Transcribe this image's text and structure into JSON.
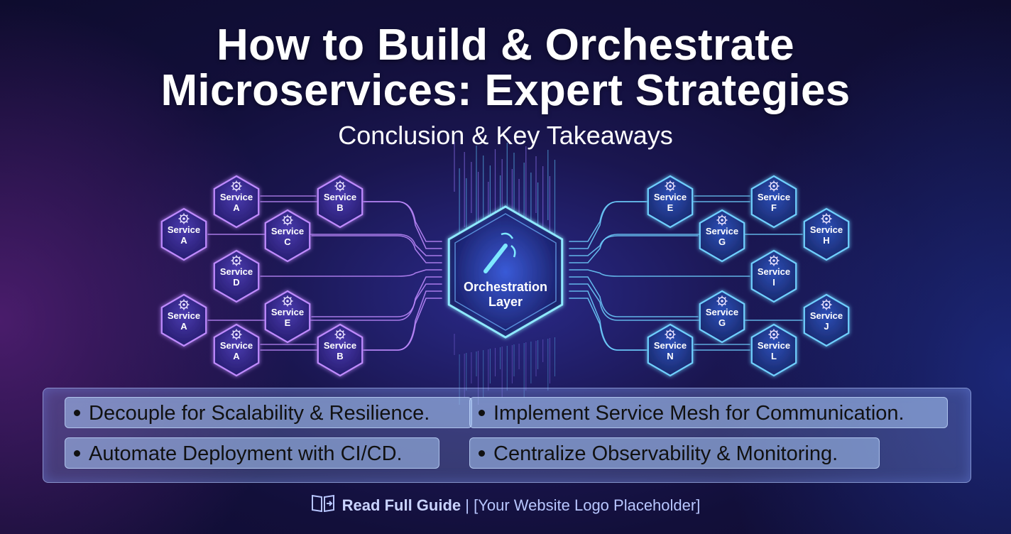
{
  "header": {
    "title_line1": "How to Build & Orchestrate",
    "title_line2": "Microservices: Expert Strategies",
    "subtitle": "Conclusion & Key Takeaways"
  },
  "diagram": {
    "hub": {
      "line1": "Orchestration",
      "line2": "Layer",
      "icon": "magic-wand-icon"
    },
    "left_nodes": [
      {
        "name": "service-a-top",
        "line1": "Service",
        "line2": "A"
      },
      {
        "name": "service-b-top",
        "line1": "Service",
        "line2": "B"
      },
      {
        "name": "service-a-mid",
        "line1": "Service",
        "line2": "A"
      },
      {
        "name": "service-c",
        "line1": "Service",
        "line2": "C"
      },
      {
        "name": "service-d",
        "line1": "Service",
        "line2": "D"
      },
      {
        "name": "service-a-low",
        "line1": "Service",
        "line2": "A"
      },
      {
        "name": "service-e-left",
        "line1": "Service",
        "line2": "E"
      },
      {
        "name": "service-a-bottom",
        "line1": "Service",
        "line2": "A"
      },
      {
        "name": "service-b-bottom",
        "line1": "Service",
        "line2": "B"
      }
    ],
    "right_nodes": [
      {
        "name": "service-e-right",
        "line1": "Service",
        "line2": "E"
      },
      {
        "name": "service-f",
        "line1": "Service",
        "line2": "F"
      },
      {
        "name": "service-g-top",
        "line1": "Service",
        "line2": "G"
      },
      {
        "name": "service-h",
        "line1": "Service",
        "line2": "H"
      },
      {
        "name": "service-i",
        "line1": "Service",
        "line2": "I"
      },
      {
        "name": "service-g-low",
        "line1": "Service",
        "line2": "G"
      },
      {
        "name": "service-j",
        "line1": "Service",
        "line2": "J"
      },
      {
        "name": "service-n",
        "line1": "Service",
        "line2": "N"
      },
      {
        "name": "service-l",
        "line1": "Service",
        "line2": "L"
      }
    ],
    "node_icon": "gear-icon",
    "colors": {
      "left_accent": "#c08bff",
      "right_accent": "#6fd0ff",
      "hub_accent": "#7ee8ff"
    }
  },
  "takeaways": [
    "Decouple for Scalability & Resilience.",
    "Implement Service Mesh for Communication.",
    "Automate Deployment with CI/CD.",
    "Centralize Observability & Monitoring."
  ],
  "footer": {
    "icon": "book-icon",
    "link_label": "Read Full Guide",
    "separator": "|",
    "logo_placeholder": "[Your Website Logo Placeholder]"
  }
}
